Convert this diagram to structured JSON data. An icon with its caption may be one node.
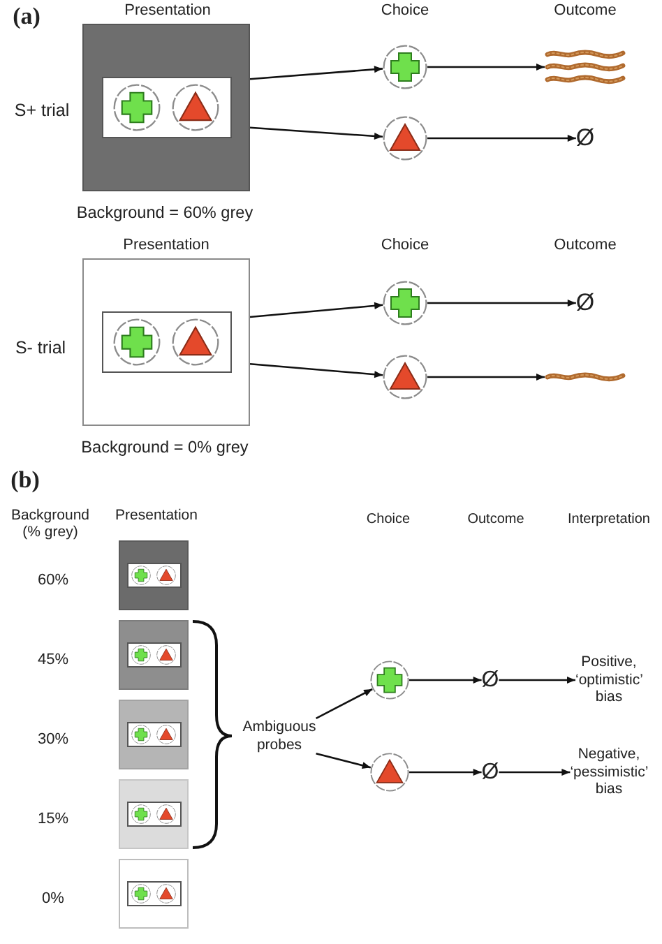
{
  "diagram": {
    "nodes": [
      {
        "text": [],
        "shape": "box",
        "beside": [
          "Background = 60% grey"
        ]
      },
      {
        "text": [],
        "shape": "circle"
      },
      {
        "text": [],
        "shape": "picture"
      },
      {
        "text": [],
        "shape": "circle"
      },
      {
        "text": [
          "Ø"
        ]
      },
      {
        "text": [],
        "shape": "box",
        "beside": [
          "Background = 0% grey"
        ]
      },
      {
        "text": [],
        "shape": "circle"
      },
      {
        "text": [
          "Ø"
        ]
      },
      {
        "text": [],
        "shape": "circle"
      },
      {
        "text": [],
        "shape": "picture"
      },
      {
        "text": [],
        "shape": "box",
        "beside": [
          "60%"
        ]
      },
      {
        "text": [],
        "shape": "box",
        "beside": [
          "45%"
        ]
      },
      {
        "text": [],
        "shape": "box",
        "beside": [
          "30%"
        ]
      },
      {
        "text": [],
        "shape": "box",
        "beside": [
          "15%"
        ]
      },
      {
        "text": [],
        "shape": "box",
        "beside": [
          "0%"
        ]
      },
      {
        "text": [
          "Ambiguous probes"
        ]
      },
      {
        "text": [],
        "shape": "circle"
      },
      {
        "text": [
          "Ø"
        ]
      },
      {
        "text": [
          "Positive, ‘optimistic’ bias"
        ]
      },
      {
        "text": [],
        "shape": "circle"
      },
      {
        "text": [
          "Ø"
        ]
      },
      {
        "text": [
          "Negative, ‘pessimistic’ bias"
        ]
      }
    ],
    "edges": [
      {
        "from": 0,
        "to": 1,
        "arrow": "to"
      },
      {
        "from": 0,
        "to": 3,
        "arrow": "to"
      },
      {
        "from": 1,
        "to": 2,
        "arrow": "to"
      },
      {
        "from": 3,
        "to": 4,
        "arrow": "to"
      },
      {
        "from": 5,
        "to": 6,
        "arrow": "to"
      },
      {
        "from": 5,
        "to": 8,
        "arrow": "to"
      },
      {
        "from": 6,
        "to": 7,
        "arrow": "to"
      },
      {
        "from": 8,
        "to": 9,
        "arrow": "to"
      },
      {
        "from": 15,
        "to": 16,
        "arrow": "to"
      },
      {
        "from": 15,
        "to": 19,
        "arrow": "to"
      },
      {
        "from": 16,
        "to": 17,
        "arrow": "to"
      },
      {
        "from": 17,
        "to": 18,
        "arrow": "to"
      },
      {
        "from": 19,
        "to": 20,
        "arrow": "to"
      },
      {
        "from": 20,
        "to": 21,
        "arrow": "to"
      }
    ],
    "labels": [
      "(a)",
      "Presentation",
      "Choice",
      "Outcome",
      "S+ trial",
      "Presentation",
      "Choice",
      "Outcome",
      "S- trial",
      "(b)",
      "Background (% grey)",
      "Presentation",
      "Choice",
      "Outcome",
      "Interpretation"
    ]
  }
}
